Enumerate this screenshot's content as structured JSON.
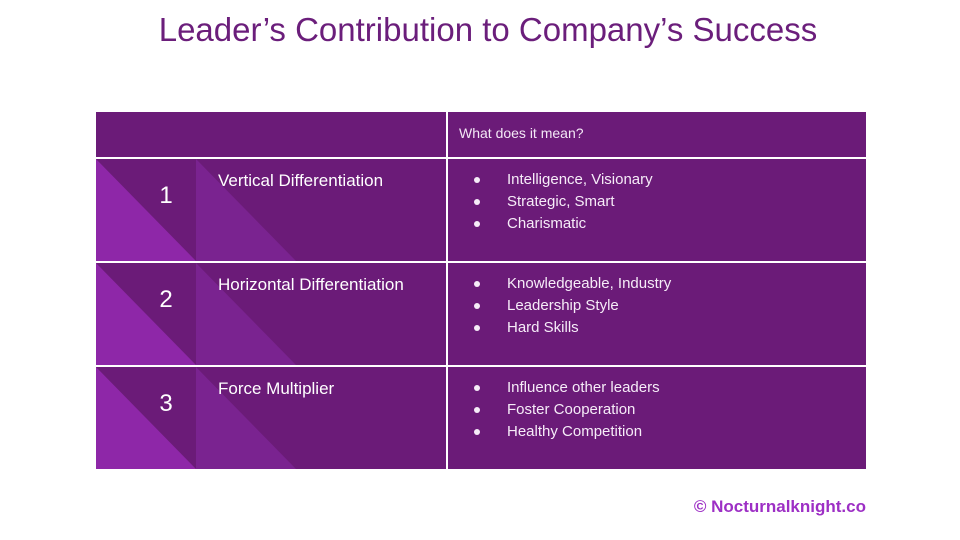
{
  "slide": {
    "title": "Leader’s Contribution to Company’s Success",
    "copyright": "© Nocturnalknight.co"
  },
  "table": {
    "header": {
      "left": "",
      "right": "What does it mean?"
    },
    "rows": [
      {
        "number": "1",
        "title": "Vertical Differentiation",
        "bullets": [
          "Intelligence, Visionary",
          "Strategic, Smart",
          "Charismatic"
        ]
      },
      {
        "number": "2",
        "title": "Horizontal Differentiation",
        "bullets": [
          "Knowledgeable, Industry",
          "Leadership Style",
          "Hard Skills"
        ]
      },
      {
        "number": "3",
        "title": "Force Multiplier",
        "bullets": [
          "Influence other leaders",
          "Foster Cooperation",
          "Healthy Competition"
        ]
      }
    ]
  },
  "colors": {
    "title": "#6b1e7b",
    "cell_bg": "#6b1b78",
    "accent_triangle": "#8e27a8",
    "accent_band": "#7a2390",
    "copyright": "#9d2fc5"
  }
}
